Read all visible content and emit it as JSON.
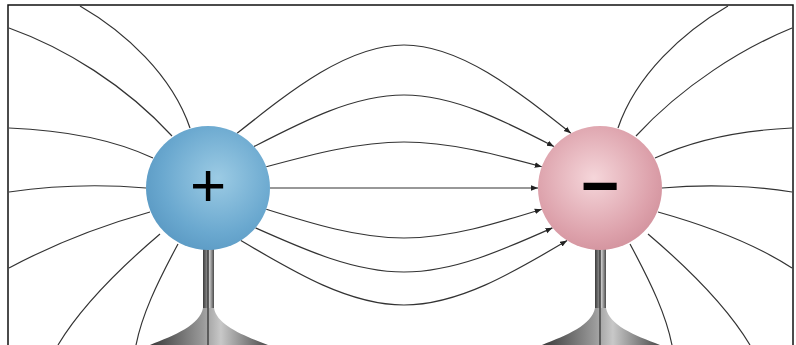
{
  "diagram": {
    "nodes": [
      {
        "text": [
          "+"
        ]
      },
      {
        "text": [
          "−"
        ]
      }
    ],
    "edges": [
      {
        "from": 0,
        "to": 1,
        "arrow": "to"
      },
      {
        "from": 0,
        "to": 1,
        "arrow": "to"
      },
      {
        "from": 0,
        "to": 1,
        "arrow": "to"
      },
      {
        "from": 0,
        "to": 1,
        "arrow": "to"
      },
      {
        "from": 0,
        "to": 1,
        "arrow": "to"
      },
      {
        "from": 0,
        "to": 1,
        "arrow": "to"
      },
      {
        "from": 0,
        "to": 1,
        "arrow": "to"
      }
    ]
  }
}
